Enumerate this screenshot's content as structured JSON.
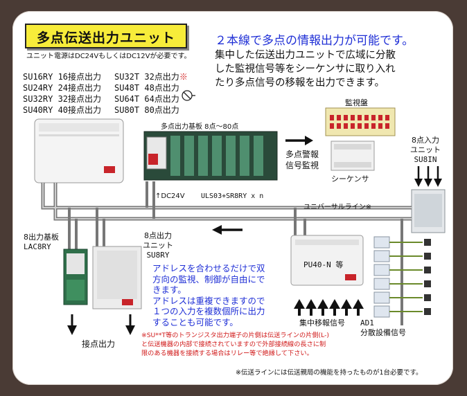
{
  "title": "多点伝送出力ユニット",
  "power_note": "ユニット電源はDC24VもしくはDC12Vが必要です。",
  "headline": "２本線で多点の情報出力が可能です。",
  "intro_lines": [
    "集中した伝送出力ユニットで広域に分散",
    "した監視信号等をシーケンサに取り入れ",
    "たり多点信号の移報を出力できます。"
  ],
  "models_left": [
    "SU16RY 16接点出力",
    "SU24RY 24接点出力",
    "SU32RY 32接点出力",
    "SU40RY 40接点出力"
  ],
  "models_right": [
    "SU32T  32点出力",
    "SU48T  48点出力",
    "SU64T  64点出力",
    "SU80T  80点出力"
  ],
  "model_mark_note": "※",
  "board_label": "多点出力基板 8点～80点",
  "dc_label": "↑DC24V",
  "uls_label": "ULS03+SR8RY x n",
  "monitor_panel_label": "監視盤",
  "alarm_label_1": "多点警報",
  "alarm_label_2": "信号監視",
  "sequencer_label": "シーケンサ",
  "input_unit_label_1": "8点入力",
  "input_unit_label_2": "ユニット",
  "input_unit_label_3": "SU8IN",
  "universal_line_label": "ユニバーサルライン※",
  "out_board_label_1": "8出力基板",
  "out_board_label_2": "LAC8RY",
  "out_unit_label_1": "8点出力",
  "out_unit_label_2": "ユニット",
  "out_unit_label_3": "SU8RY",
  "pu40_label": "PU40-N 等",
  "address_lines": [
    "アドレスを合わせるだけで双",
    "方向の監視、制御が自由にで",
    "きます。",
    "アドレスは重複できますので",
    "１つの入力を複数個所に出力",
    "することも可能です。"
  ],
  "collect_label": "集中移報信号",
  "ad1_label_1": "AD1",
  "ad1_label_2": "分散設備信号",
  "contact_out_label": "接点出力",
  "warning_lines": [
    "※SU**T等のトランジスタ出力端子の片側は伝送ラインの片側(L-)",
    "と伝送機器の内部で接続されていますので外部接続線の長さに制",
    "限のある機器を接続する場合はリレー等で絶縁して下さい。"
  ],
  "footer_note": "※伝送ラインには伝送親局の機能を持ったものが1台必要です。",
  "colors": {
    "frame": "#4a3b35",
    "title_bg": "#f7ec3a",
    "headline_blue": "#1f2fd6",
    "warning_red": "#d01818",
    "board_green": "#2f6f4a"
  }
}
